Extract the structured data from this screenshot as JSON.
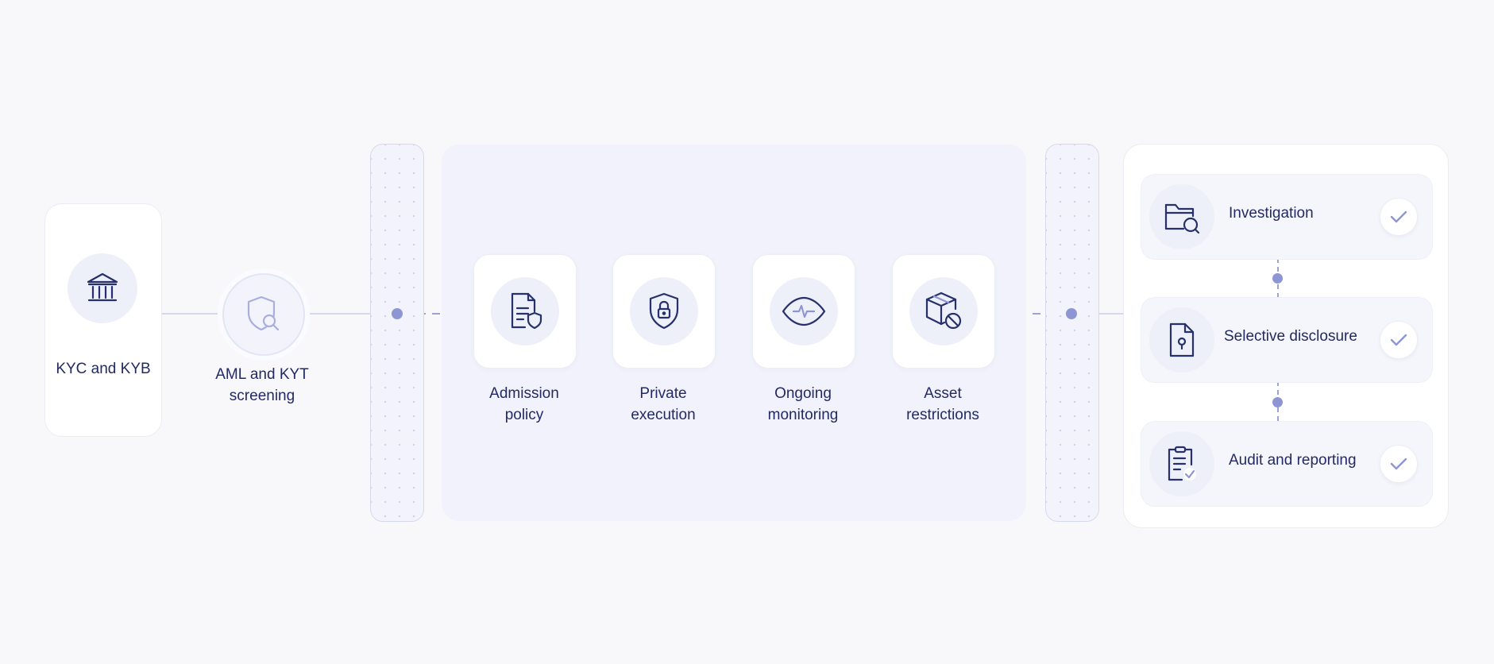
{
  "onboarding": {
    "kyc_label": "KYC and KYB",
    "aml_label": "AML and KYT\nscreening"
  },
  "stages": [
    {
      "label": "Admission\npolicy",
      "icon": "document-shield-icon"
    },
    {
      "label": "Private\nexecution",
      "icon": "shield-lock-icon"
    },
    {
      "label": "Ongoing\nmonitoring",
      "icon": "eye-pulse-icon"
    },
    {
      "label": "Asset\nrestrictions",
      "icon": "box-blocked-icon"
    }
  ],
  "outcomes": [
    {
      "label": "Investigation",
      "icon": "folder-search-icon"
    },
    {
      "label": "Selective disclosure",
      "icon": "document-keyhole-icon"
    },
    {
      "label": "Audit and reporting",
      "icon": "clipboard-check-icon"
    }
  ],
  "colors": {
    "primary_text": "#1e2660",
    "accent": "#8d96d3",
    "soft_panel": "#f1f2fb",
    "icon_stroke": "#26306b"
  }
}
